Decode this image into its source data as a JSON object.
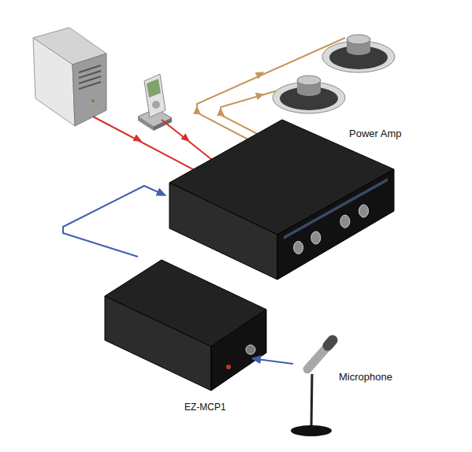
{
  "diagram": {
    "nodes": [
      {
        "text": [
          "Power Amp"
        ]
      },
      {
        "text": [
          "EZ-MCP1"
        ]
      },
      {
        "text": [
          "Microphone"
        ]
      }
    ],
    "edges": [
      {
        "from": 2,
        "to": 1,
        "arrow": "to"
      },
      {
        "from": 1,
        "to": 0,
        "arrow": "to"
      }
    ]
  }
}
